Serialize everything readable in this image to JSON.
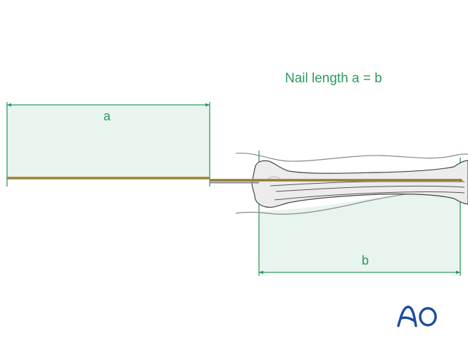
{
  "diagram": {
    "title": "Nail length a = b",
    "dimension_a": {
      "label": "a"
    },
    "dimension_b": {
      "label": "b"
    },
    "logo": {
      "text": "AO"
    },
    "colors": {
      "accent_green": "#2a9a5a",
      "measure_fill": "#e8f4ee",
      "nail_gold": "#b59a4a",
      "bone_fill": "#ececec",
      "outline": "#555555",
      "logo_blue": "#1b4aa0"
    }
  }
}
